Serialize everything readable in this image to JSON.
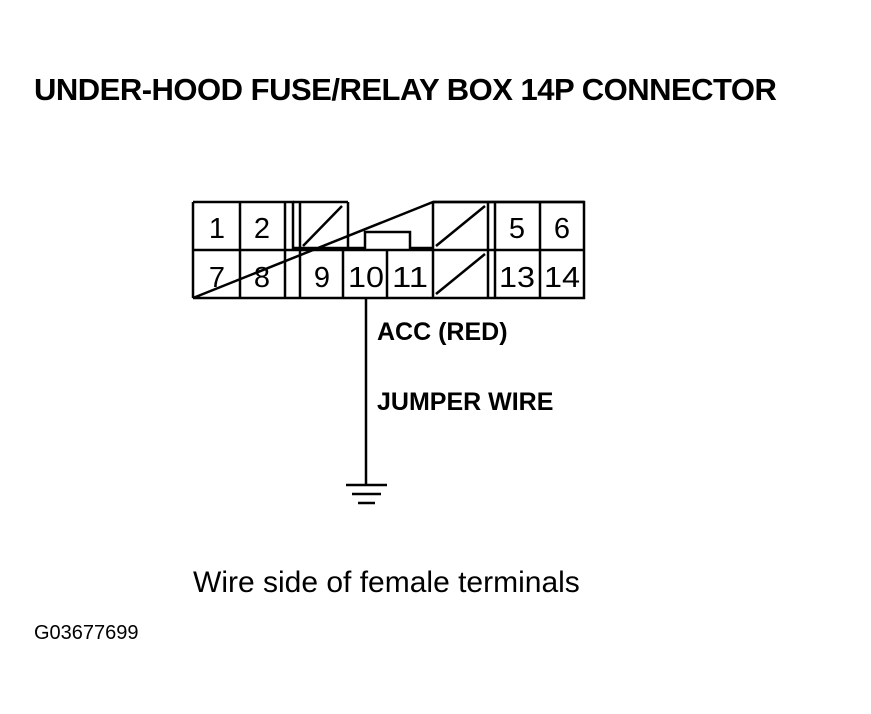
{
  "title": "UNDER-HOOD FUSE/RELAY BOX 14P CONNECTOR",
  "connector": {
    "top_row": [
      "1",
      "2",
      "5",
      "6"
    ],
    "bottom_row": [
      "7",
      "8",
      "9",
      "10",
      "11",
      "13",
      "14"
    ]
  },
  "wire_labels": {
    "acc": "ACC (RED)",
    "jumper": "JUMPER WIRE"
  },
  "caption": "Wire side of female terminals",
  "figure_id": "G03677699"
}
